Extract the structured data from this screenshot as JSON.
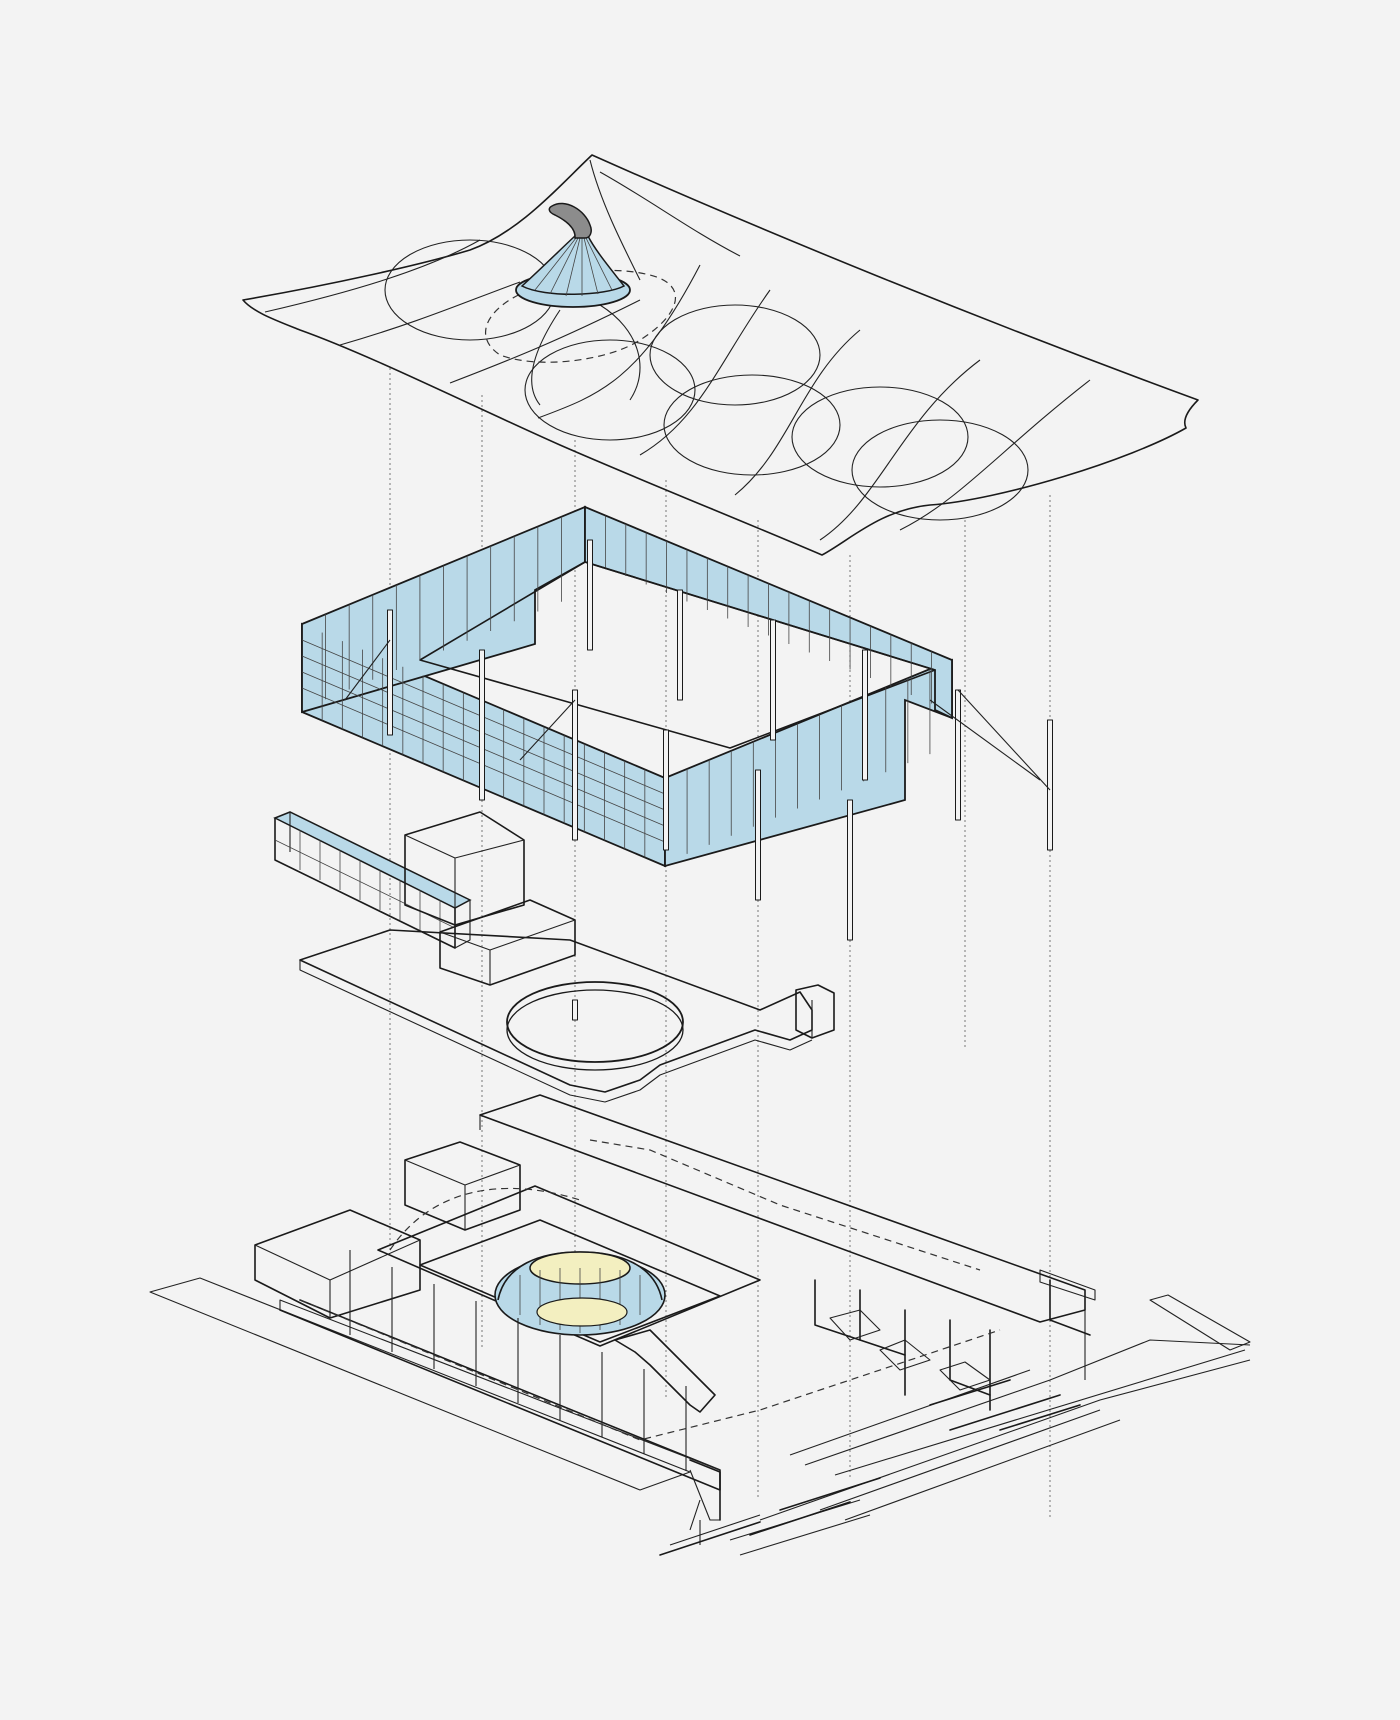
{
  "diagram": {
    "layers": [
      {
        "id": "roof",
        "fill": "#dbd9d6"
      },
      {
        "id": "glass-facade",
        "fill": "#b9d9e8"
      },
      {
        "id": "upper-floor"
      },
      {
        "id": "ground-floor",
        "dome_glass": "#b9d9e8",
        "dome_floor": "#f3efc0"
      }
    ],
    "colors": {
      "background": "#f3f3f3",
      "roof": "#dbd9d6",
      "glass": "#b9d9e8",
      "oculus_cap": "#8c8c8c",
      "line": "#1a1a1a"
    },
    "structural_columns": 13,
    "roof_ellipses": 6
  }
}
